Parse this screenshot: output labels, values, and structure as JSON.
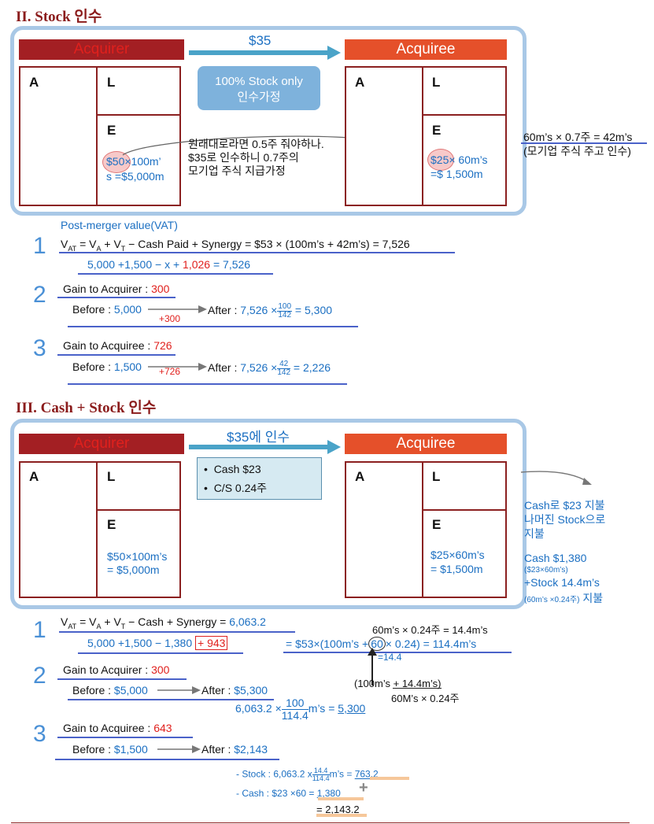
{
  "sec2": {
    "title": "II. Stock 인수",
    "acquirer": "Acquirer",
    "acquiree": "Acquiree",
    "price": "$35",
    "assumption_line1": "100% Stock only",
    "assumption_line2": "인수가정",
    "a": "A",
    "l": "L",
    "e": "E",
    "acq_e_val": "$50",
    "acq_e_rest1": "×100m’",
    "acq_e_rest2": "s =$5,000m",
    "note1": "원래대로라면 0.5주 줘야하나.",
    "note2": "$35로 인수하니 0.7주의",
    "note3": "모기업 주식 지급가정",
    "tgt_e_val": "$25",
    "tgt_e_rest1": "× 60m’s",
    "tgt_e_rest2": "=$ 1,500m",
    "side1": "60m’s × 0.7주 = 42m’s",
    "side2": "(모기업 주식 주고 인수)",
    "pmv": "Post-merger value(VAT)",
    "n1": "1",
    "eq1": "= $53 × (100m’s + 42m’s) = 7,526",
    "eq1b_a": "5,000 +1,500 − x + ",
    "eq1b_red": "1,026",
    "eq1b_c": " = 7,526",
    "n2": "2",
    "g2_label": "Gain to Acquirer : ",
    "g2_val": "300",
    "g2_before": "Before : ",
    "g2_before_val": "5,000",
    "g2_delta": "+300",
    "g2_after": "After : ",
    "g2_after_val": "7,526 ×",
    "g2_fn": "100",
    "g2_fd": "142",
    "g2_res": " = 5,300",
    "n3": "3",
    "g3_label": "Gain to Acquiree : ",
    "g3_val": "726",
    "g3_before": "Before : ",
    "g3_before_val": "1,500",
    "g3_delta": "+726",
    "g3_after": "After : ",
    "g3_after_val": "7,526 ×",
    "g3_fn": "42",
    "g3_fd": "142",
    "g3_res": " = 2,226"
  },
  "sec3": {
    "title": "III. Cash + Stock 인수",
    "acquirer": "Acquirer",
    "acquiree": "Acquiree",
    "price_a": "$35",
    "price_b": "에 인수",
    "bullet1": "Cash $23",
    "bullet2": "C/S 0.24주",
    "a": "A",
    "l": "L",
    "e": "E",
    "acq_e1": "$50×100m’s",
    "acq_e2": "= $5,000m",
    "tgt_e1": "$25×60m’s",
    "tgt_e2": "= $1,500m",
    "side1": "Cash로 $23 지불",
    "side2": "나머진 Stock으로",
    "side3": "지불",
    "side4": "Cash $1,380",
    "side5": "($23×60m’s)",
    "side6": "+Stock 14.4m’s",
    "side7a": "(60m’s ×0.24주)",
    "side7b": " 지불",
    "n1": "1",
    "eq1_val": "6,063.2",
    "eq1b": "5,000 +1,500 − 1,380",
    "eq1b_red": "+ 943",
    "calc1": "60m’s × 0.24주 = 14.4m’s",
    "calc2a": "= $53×(100m’s +",
    "calc2circ": "60",
    "calc2b": "× 0.24) = 114.4m’s",
    "calc3": "=14.4",
    "calc4": "(100m’s + 14.4m’s)",
    "calc5": "60M’s × 0.24주",
    "n2": "2",
    "g2_label": "Gain to Acquirer : ",
    "g2_val": "300",
    "g2_before": "Before : ",
    "g2_before_val": "$5,000",
    "g2_after": "After : ",
    "g2_after_val": "$5,300",
    "g2_eq_a": "6,063.2 ×",
    "g2_fn": "100",
    "g2_fd": "114.4",
    "g2_eq_b": "m’s = ",
    "g2_eq_res": "5,300",
    "n3": "3",
    "g3_label": "Gain to Acquiree : ",
    "g3_val": "643",
    "g3_before": "Before : ",
    "g3_before_val": "$1,500",
    "g3_after": "After : ",
    "g3_after_val": "$2,143",
    "st_a": "- Stock : 6,063.2 x",
    "st_fn": "14.4",
    "st_fd": "114.4",
    "st_b": "m’s = ",
    "st_res": "763.2",
    "ca_a": "- Cash : $23 ×60 = ",
    "ca_res": "1,380",
    "plus": "+",
    "total": "= 2,143.2"
  }
}
